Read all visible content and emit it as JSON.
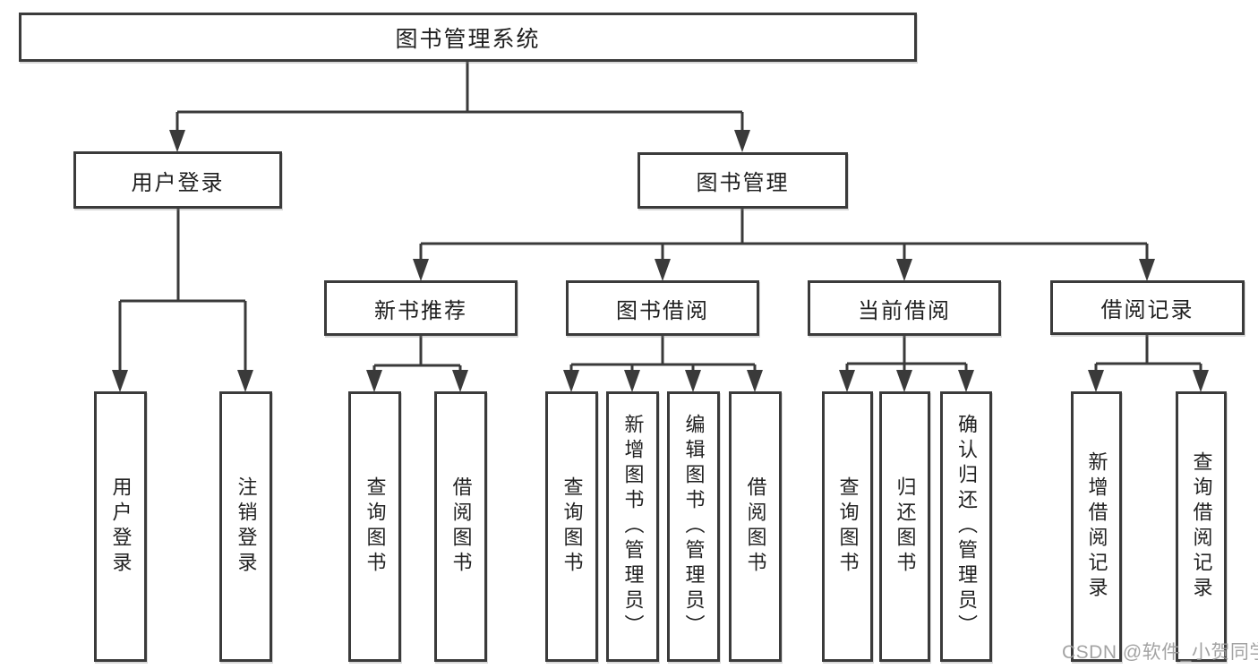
{
  "nodes": {
    "root": "图书管理系统",
    "level2": [
      "用户登录",
      "图书管理"
    ],
    "level3": [
      "新书推荐",
      "图书借阅",
      "当前借阅",
      "借阅记录"
    ],
    "leaves": {
      "g1": [
        "用户登录",
        "注销登录"
      ],
      "g2": [
        "查询图书",
        "借阅图书"
      ],
      "g3": [
        "查询图书",
        "新增图书（管理员）",
        "编辑图书（管理员）",
        "借阅图书"
      ],
      "g4": [
        "查询图书",
        "归还图书",
        "确认归还（管理员）"
      ],
      "g5": [
        "新增借阅记录",
        "查询借阅记录"
      ]
    }
  },
  "watermark": "CSDN @软件_小贺同学",
  "colors": {
    "line": "#3a3a3a",
    "box_border": "#3b3b3b",
    "box_fill": "#ffffff",
    "text": "#1f1f1f",
    "watermark": "#9c9c9c",
    "background": "#ffffff"
  }
}
